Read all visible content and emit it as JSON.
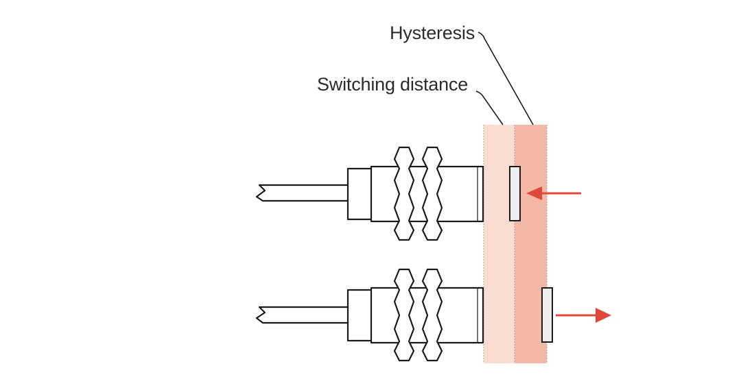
{
  "labels": {
    "hysteresis": "Hysteresis",
    "switching_distance": "Switching distance"
  },
  "colors": {
    "switching_zone": "#f9ddd2",
    "hysteresis_zone": "#f3b8a6",
    "arrow": "#e0483c",
    "outline": "#1a1a1a",
    "target_fill": "#eeeeee"
  },
  "sensors": [
    {
      "name": "top-sensor",
      "target_state": "approaching",
      "arrow_direction": "left"
    },
    {
      "name": "bottom-sensor",
      "target_state": "receding",
      "arrow_direction": "right"
    }
  ]
}
